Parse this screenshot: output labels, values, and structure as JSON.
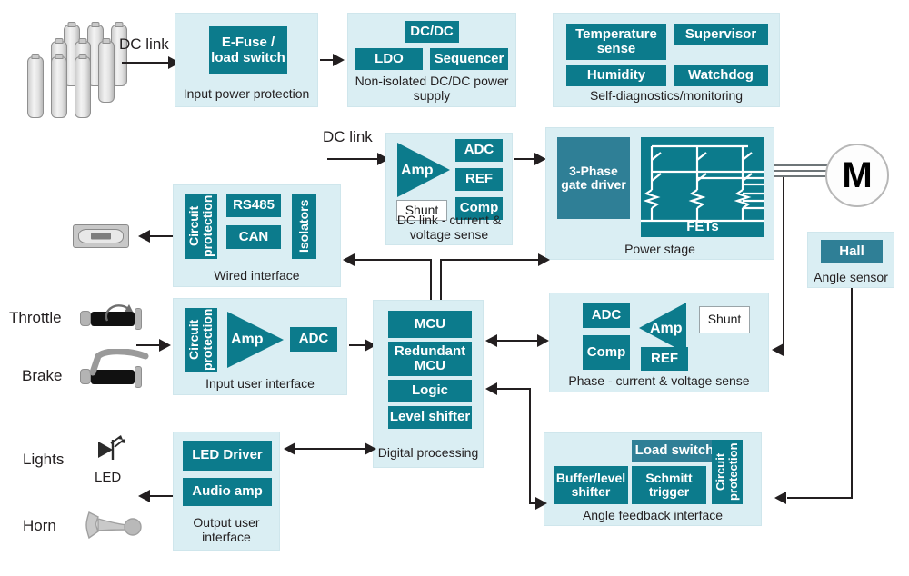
{
  "diagram": {
    "title": "E-bike / e-scooter motor drive system block diagram",
    "colors": {
      "panel": "#daeef3",
      "chip": "#0c7b8c",
      "chip_alt": "#2f7f96",
      "line": "#231f20",
      "text": "#231f20"
    }
  },
  "labels": {
    "dc_link_top": "DC link",
    "dc_link_mid": "DC link",
    "throttle": "Throttle",
    "brake": "Brake",
    "lights": "Lights",
    "led": "LED",
    "horn": "Horn",
    "motor": "M"
  },
  "blocks": {
    "input_power_protection": {
      "caption": "Input power protection",
      "chips": [
        {
          "label": "E-Fuse /\nload switch"
        }
      ]
    },
    "dcdc_supply": {
      "caption": "Non-isolated DC/DC power supply",
      "chips": [
        {
          "label": "DC/DC"
        },
        {
          "label": "LDO"
        },
        {
          "label": "Sequencer"
        }
      ]
    },
    "self_diagnostics": {
      "caption": "Self-diagnostics/monitoring",
      "chips": [
        {
          "label": "Temperature sense"
        },
        {
          "label": "Supervisor"
        },
        {
          "label": "Humidity"
        },
        {
          "label": "Watchdog"
        }
      ]
    },
    "dc_link_sense": {
      "caption": "DC link - current & voltage sense",
      "chips": [
        {
          "label": "Amp"
        },
        {
          "label": "Shunt"
        },
        {
          "label": "ADC"
        },
        {
          "label": "REF"
        },
        {
          "label": "Comp"
        }
      ]
    },
    "power_stage": {
      "caption": "Power stage",
      "chips": [
        {
          "label": "3-Phase gate driver"
        },
        {
          "label": "FETs"
        }
      ]
    },
    "wired_interface": {
      "caption": "Wired interface",
      "chips": [
        {
          "label": "Circuit protection"
        },
        {
          "label": "RS485"
        },
        {
          "label": "CAN"
        },
        {
          "label": "Isolators"
        }
      ]
    },
    "input_user_interface": {
      "caption": "Input user interface",
      "chips": [
        {
          "label": "Circuit protection"
        },
        {
          "label": "Amp"
        },
        {
          "label": "ADC"
        }
      ]
    },
    "digital_processing": {
      "caption": "Digital processing",
      "chips": [
        {
          "label": "MCU"
        },
        {
          "label": "Redundant MCU"
        },
        {
          "label": "Logic"
        },
        {
          "label": "Level shifter"
        }
      ]
    },
    "phase_sense": {
      "caption": "Phase - current & voltage sense",
      "chips": [
        {
          "label": "ADC"
        },
        {
          "label": "Comp"
        },
        {
          "label": "Amp"
        },
        {
          "label": "REF"
        },
        {
          "label": "Shunt"
        }
      ]
    },
    "angle_sensor": {
      "caption": "Angle sensor",
      "chips": [
        {
          "label": "Hall"
        }
      ]
    },
    "angle_feedback": {
      "caption": "Angle feedback interface",
      "chips": [
        {
          "label": "Load switch"
        },
        {
          "label": "Buffer/level shifter"
        },
        {
          "label": "Schmitt trigger"
        },
        {
          "label": "Circuit protection"
        }
      ]
    },
    "output_user_interface": {
      "caption": "Output user interface",
      "chips": [
        {
          "label": "LED Driver"
        },
        {
          "label": "Audio amp"
        }
      ]
    }
  }
}
